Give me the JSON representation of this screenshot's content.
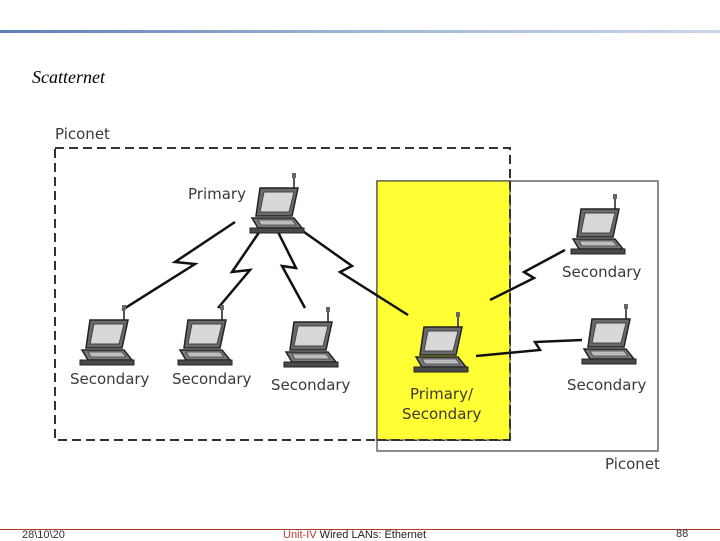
{
  "slide": {
    "title": "Scatternet"
  },
  "diagram": {
    "piconet_left_label": "Piconet",
    "piconet_right_label": "Piconet",
    "nodes": {
      "primary": "Primary",
      "secondary_1": "Secondary",
      "secondary_2": "Secondary",
      "secondary_3": "Secondary",
      "bridge_line1": "Primary/",
      "bridge_line2": "Secondary",
      "secondary_right_top": "Secondary",
      "secondary_right_bottom": "Secondary"
    },
    "colors": {
      "overlap_fill": "#ffff33",
      "border": "#555555"
    },
    "icon": "laptop-icon"
  },
  "footer": {
    "date": "28\\10\\20",
    "unit": "Unit-IV",
    "topic": " Wired LANs: Ethernet",
    "page": "88"
  }
}
